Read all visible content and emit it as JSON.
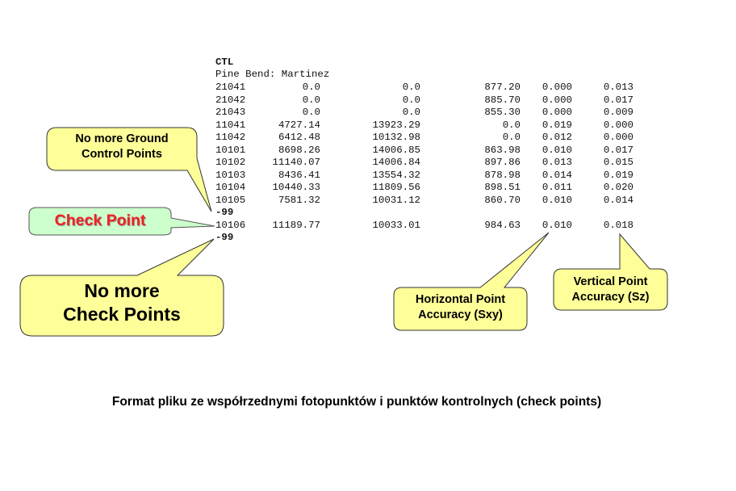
{
  "file_header": {
    "tag": "CTL",
    "project": "Pine Bend: Martinez"
  },
  "control_points": [
    {
      "id": "21041",
      "x": "0.0",
      "y": "0.0",
      "z": "877.20",
      "sxy": "0.000",
      "sz": "0.013"
    },
    {
      "id": "21042",
      "x": "0.0",
      "y": "0.0",
      "z": "885.70",
      "sxy": "0.000",
      "sz": "0.017"
    },
    {
      "id": "21043",
      "x": "0.0",
      "y": "0.0",
      "z": "855.30",
      "sxy": "0.000",
      "sz": "0.009"
    },
    {
      "id": "11041",
      "x": "4727.14",
      "y": "13923.29",
      "z": "0.0",
      "sxy": "0.019",
      "sz": "0.000"
    },
    {
      "id": "11042",
      "x": "6412.48",
      "y": "10132.98",
      "z": "0.0",
      "sxy": "0.012",
      "sz": "0.000"
    },
    {
      "id": "10101",
      "x": "8698.26",
      "y": "14006.85",
      "z": "863.98",
      "sxy": "0.010",
      "sz": "0.017"
    },
    {
      "id": "10102",
      "x": "11140.07",
      "y": "14006.84",
      "z": "897.86",
      "sxy": "0.013",
      "sz": "0.015"
    },
    {
      "id": "10103",
      "x": "8436.41",
      "y": "13554.32",
      "z": "878.98",
      "sxy": "0.014",
      "sz": "0.019"
    },
    {
      "id": "10104",
      "x": "10440.33",
      "y": "11809.56",
      "z": "898.51",
      "sxy": "0.011",
      "sz": "0.020"
    },
    {
      "id": "10105",
      "x": "7581.32",
      "y": "10031.12",
      "z": "860.70",
      "sxy": "0.010",
      "sz": "0.014"
    }
  ],
  "separator_1": "-99",
  "check_points": [
    {
      "id": "10106",
      "x": "11189.77",
      "y": "10033.01",
      "z": "984.63",
      "sxy": "0.010",
      "sz": "0.018"
    }
  ],
  "separator_2": "-99",
  "callouts": {
    "no_more_gcp_line1": "No more Ground",
    "no_more_gcp_line2": "Control Points",
    "check_point": "Check Point",
    "no_more_check_line1": "No more",
    "no_more_check_line2": "Check Points",
    "horizontal_line1": "Horizontal Point",
    "horizontal_line2": "Accuracy (Sxy)",
    "vertical_line1": "Vertical Point",
    "vertical_line2": "Accuracy (Sz)"
  },
  "caption": "Format pliku ze współrzednymi fotopunktów i punktów kontrolnych (check points)",
  "colors": {
    "callout_fill": "#ffff99",
    "callout_stroke": "#333333",
    "check_point_fill": "#ccffcc",
    "check_point_text": "#ee2222"
  }
}
